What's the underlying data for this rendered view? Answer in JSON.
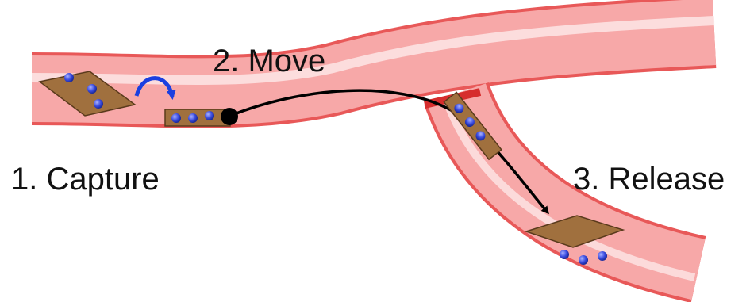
{
  "steps": [
    {
      "label": "1. Capture"
    },
    {
      "label": "2. Move"
    },
    {
      "label": "3. Release"
    }
  ],
  "colors": {
    "vessel_outline": "#e85858",
    "vessel_fill": "#f7a8a8",
    "vessel_highlight": "#fde6e6",
    "branch_seam": "#d62d2d",
    "plate": "#a0703e",
    "plate_edge": "#5a3a1c",
    "particle": "#3a4be0",
    "particle_highlight": "#a9b2ff",
    "rotate_arrow": "#1a3fe0",
    "path_arrow": "#000000",
    "text": "#111111"
  },
  "icons": [
    "rotate-arrow-icon",
    "path-arrow-icon",
    "magnet-tip-icon"
  ]
}
